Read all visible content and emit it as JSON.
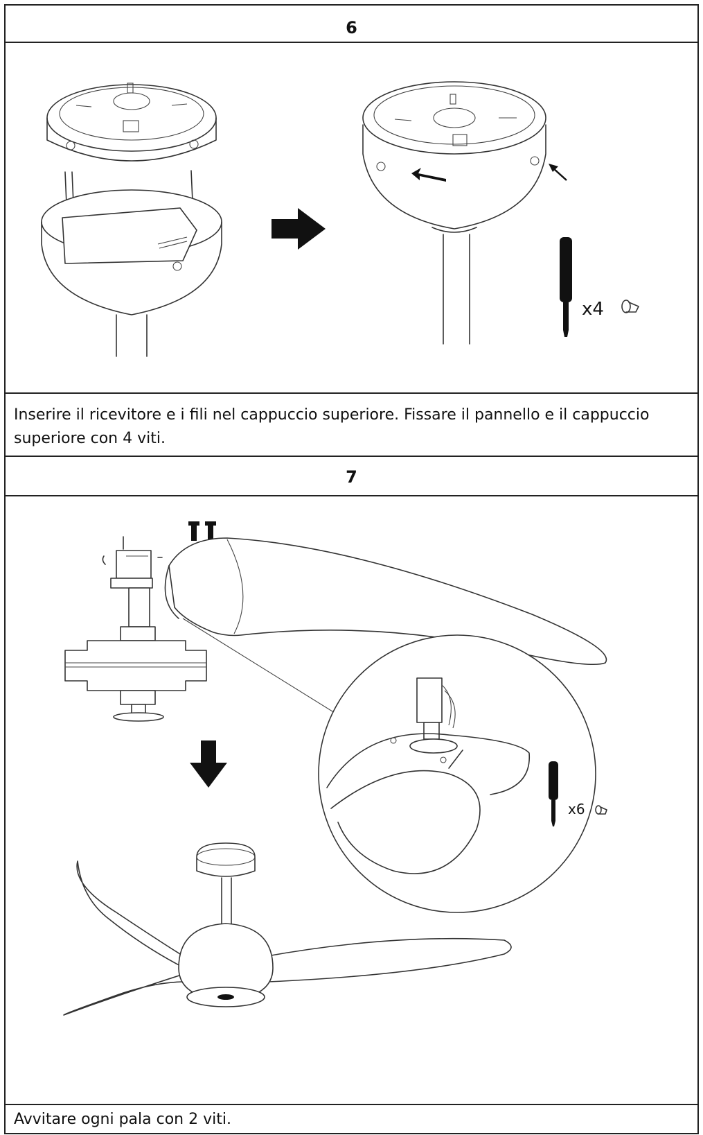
{
  "steps": [
    {
      "number": "6",
      "caption": "Inserire il ricevitore e i fili nel cappuccio superiore. Fissare il pannello e il cappuccio superiore con 4 viti.",
      "screw_count_label": "x4",
      "icons": [
        "canopy-icon",
        "arrow-right-icon",
        "screwdriver-icon",
        "screw-icon"
      ]
    },
    {
      "number": "7",
      "caption": "Avvitare ogni pala con 2 viti.",
      "screw_count_label": "x6",
      "icons": [
        "motor-housing-icon",
        "fan-blade-icon",
        "arrow-down-icon",
        "screwdriver-icon",
        "screw-icon",
        "ceiling-fan-icon"
      ]
    }
  ]
}
